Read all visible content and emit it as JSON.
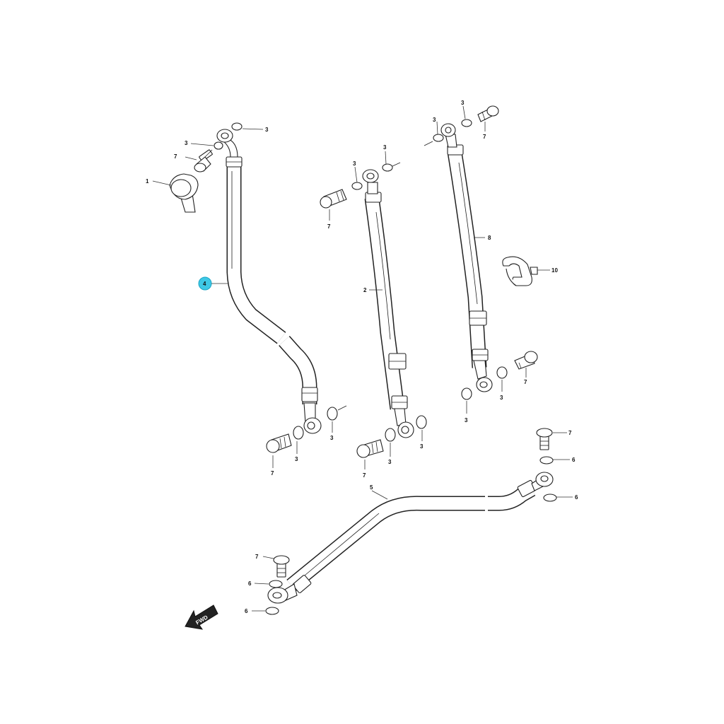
{
  "diagram": {
    "labels": {
      "part_1": "1",
      "part_2": "2",
      "part_3": "3",
      "part_4": "4",
      "part_5": "5",
      "part_6": "6",
      "part_7": "7",
      "part_8": "8",
      "part_10": "10"
    },
    "direction_label": "FWD",
    "highlight_color": "#3ec8e6",
    "line_color": "#222222",
    "highlighted_part": "4"
  }
}
